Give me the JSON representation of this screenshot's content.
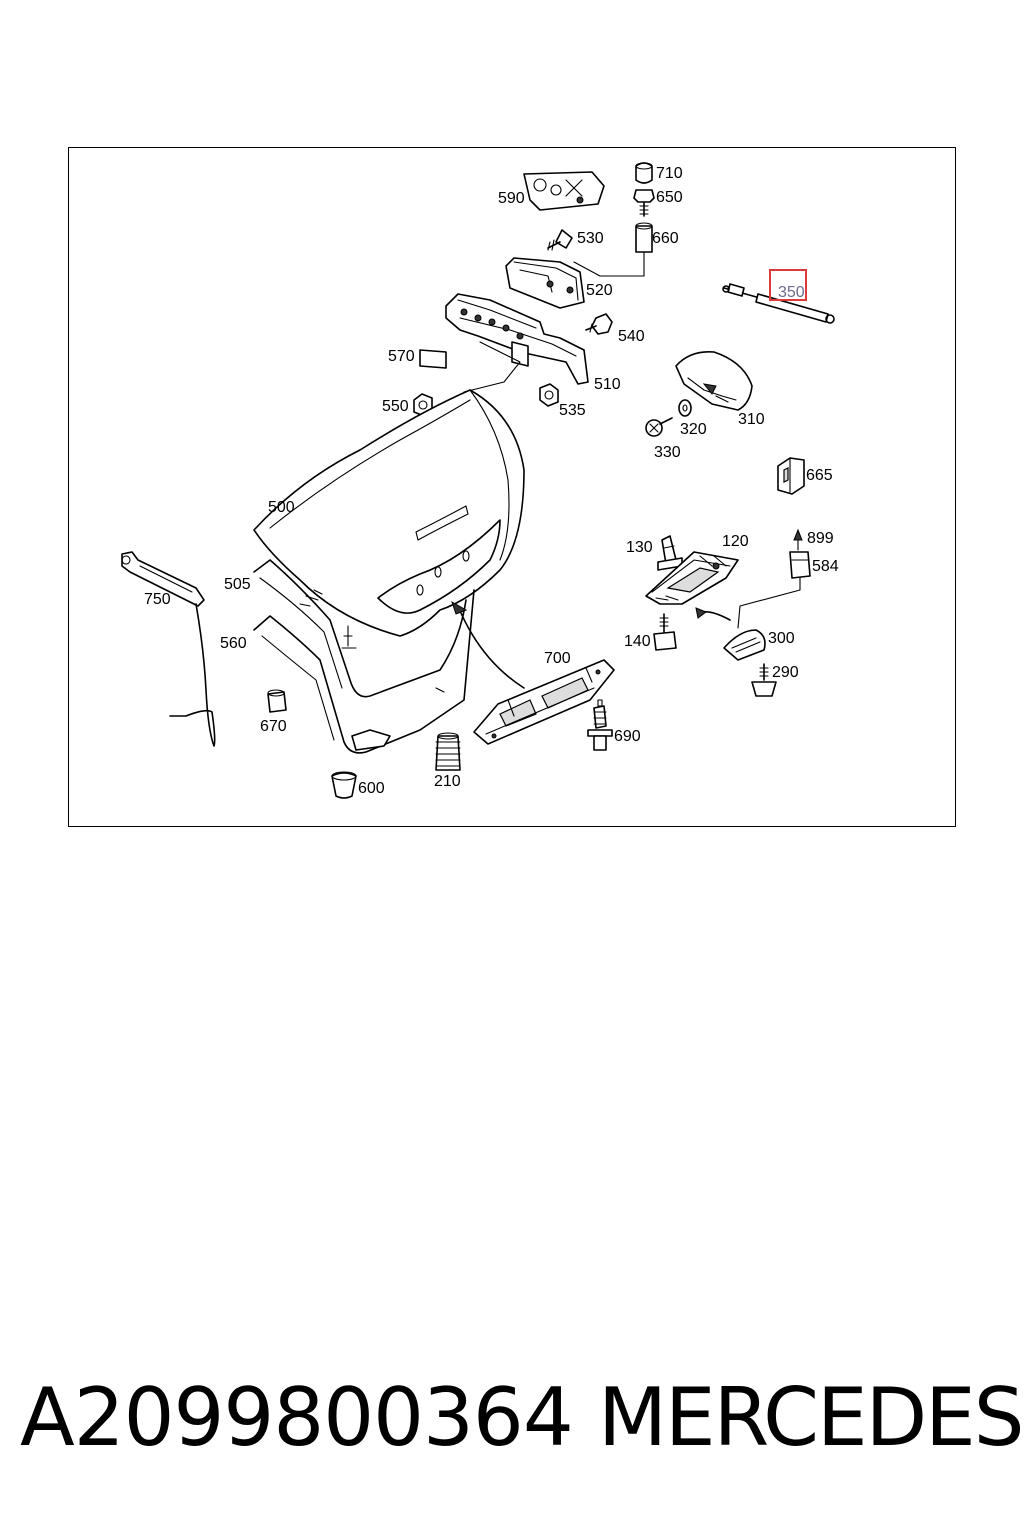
{
  "diagram": {
    "highlight_color": "#e0393b",
    "highlighted_part": "350",
    "labels": {
      "p710": "710",
      "p650": "650",
      "p590": "590",
      "p530": "530",
      "p660": "660",
      "p520": "520",
      "p350": "350",
      "p540": "540",
      "p570": "570",
      "p510": "510",
      "p550": "550",
      "p535": "535",
      "p320": "320",
      "p310": "310",
      "p330": "330",
      "p665": "665",
      "p500": "500",
      "p899": "899",
      "p130": "130",
      "p120": "120",
      "p584": "584",
      "p750": "750",
      "p505": "505",
      "p700": "700",
      "p140": "140",
      "p300": "300",
      "p560": "560",
      "p290": "290",
      "p670": "670",
      "p690": "690",
      "p210": "210",
      "p600": "600"
    }
  },
  "footer": {
    "part_number": "A2099800364",
    "brand": "MERCEDES"
  }
}
